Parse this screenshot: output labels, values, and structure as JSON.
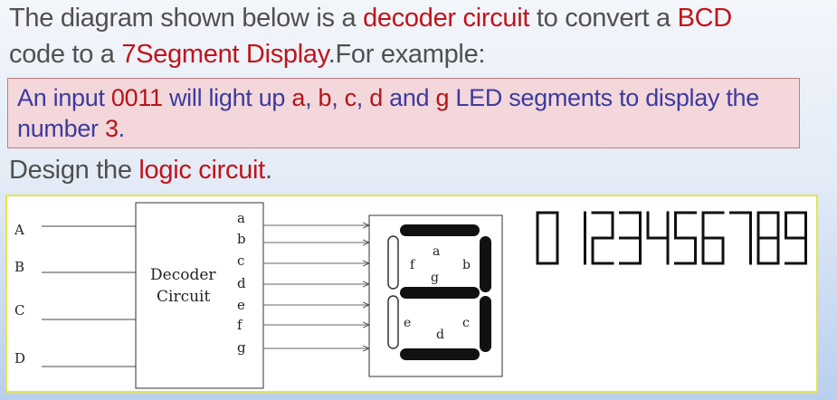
{
  "intro": {
    "line1_part1": "The diagram shown below is a ",
    "line1_highlight1": "decoder circuit",
    "line1_part2": " to convert a ",
    "line1_highlight2": "BCD",
    "line2_part1": "code to a ",
    "line2_highlight": "7Segment Display",
    "line2_part2": ".For example:"
  },
  "example": {
    "part1": "An input ",
    "input_code": "0011",
    "part2": " will light up ",
    "seg_a": "a",
    "sep1": ", ",
    "seg_b": "b",
    "sep2": ", ",
    "seg_c": "c",
    "sep3": ", ",
    "seg_d": "d",
    "part3": " and ",
    "seg_g": "g",
    "part4": " LED segments to display the",
    "part5": "number ",
    "number": "3",
    "part6": "."
  },
  "design": {
    "part1": "Design the ",
    "highlight": "logic circuit",
    "part2": "."
  },
  "diagram": {
    "inputs": [
      "A",
      "B",
      "C",
      "D"
    ],
    "decoder_label_line1": "Decoder",
    "decoder_label_line2": "Circuit",
    "outputs": [
      "a",
      "b",
      "c",
      "d",
      "e",
      "f",
      "g"
    ],
    "segment_labels": {
      "a": "a",
      "b": "b",
      "c": "c",
      "d": "d",
      "e": "e",
      "f": "f",
      "g": "g"
    },
    "lit_segments": [
      "a",
      "b",
      "c",
      "d",
      "g"
    ],
    "digits_display": "0123456789"
  },
  "colors": {
    "highlight_red": "#c0141a",
    "example_text": "#3b3ba0",
    "example_bg": "#f4d7db",
    "panel_border": "#e4e64a"
  }
}
